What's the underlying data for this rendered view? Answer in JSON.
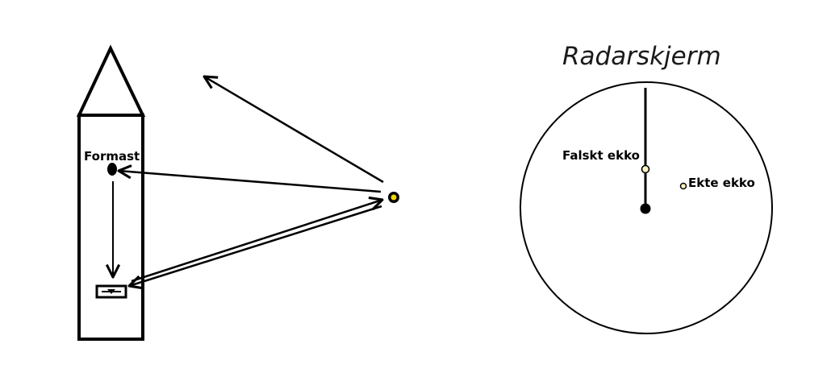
{
  "ship": {
    "formast_label": "Formast"
  },
  "radar": {
    "title": "Radarskjerm",
    "false_echo_label": "Falskt ekko",
    "true_echo_label": "Ekte ekko"
  },
  "colors": {
    "line": "#000000",
    "target_fill": "#f2d600",
    "echo_fill": "#fff3c4"
  }
}
